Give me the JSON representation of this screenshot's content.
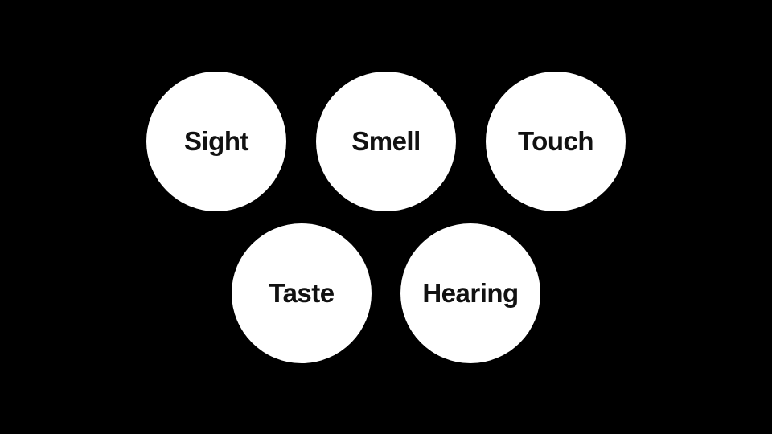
{
  "senses": [
    {
      "label": "Sight"
    },
    {
      "label": "Smell"
    },
    {
      "label": "Touch"
    },
    {
      "label": "Taste"
    },
    {
      "label": "Hearing"
    }
  ],
  "colors": {
    "background": "#000000",
    "circle": "#ffffff",
    "text": "#111111"
  }
}
